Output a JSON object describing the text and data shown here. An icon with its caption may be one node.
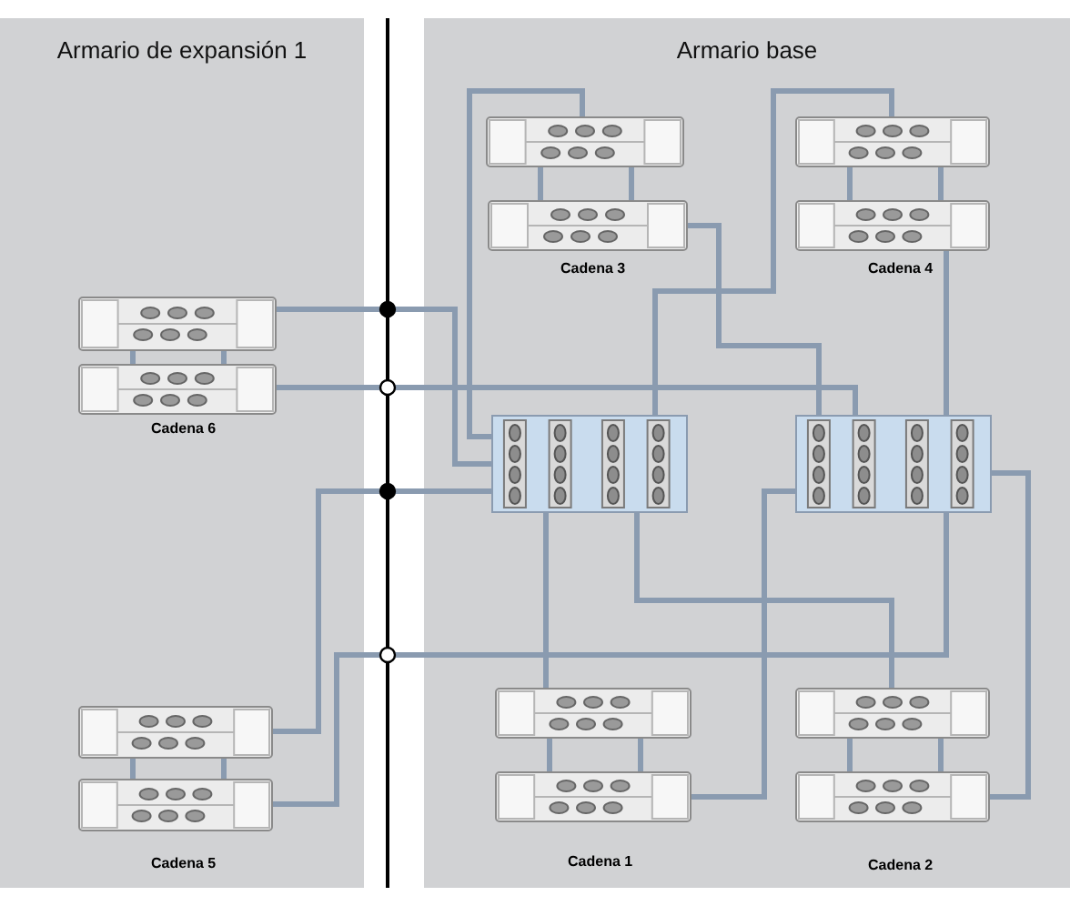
{
  "diagram": {
    "nodes": [
      {
        "text": [
          "Armario de expansión 1"
        ]
      },
      {
        "text": [
          "Armario base"
        ]
      },
      {
        "text": [],
        "shape": "box",
        "in": 0
      },
      {
        "text": [],
        "shape": "box",
        "in": 0,
        "beside": [
          "Cadena 6"
        ]
      },
      {
        "text": [],
        "shape": "box",
        "in": 0
      },
      {
        "text": [],
        "shape": "box",
        "in": 0,
        "beside": [
          "Cadena 5"
        ]
      },
      {
        "text": [],
        "shape": "box",
        "in": 1
      },
      {
        "text": [],
        "shape": "box",
        "in": 1,
        "beside": [
          "Cadena 3"
        ]
      },
      {
        "text": [],
        "shape": "box",
        "in": 1
      },
      {
        "text": [],
        "shape": "box",
        "in": 1,
        "beside": [
          "Cadena 4"
        ]
      },
      {
        "text": [],
        "shape": "box",
        "in": 1
      },
      {
        "text": [],
        "shape": "box",
        "in": 1
      },
      {
        "text": [],
        "shape": "box",
        "in": 1
      },
      {
        "text": [],
        "shape": "box",
        "in": 1,
        "beside": [
          "Cadena 1"
        ]
      },
      {
        "text": [],
        "shape": "box",
        "in": 1
      },
      {
        "text": [],
        "shape": "box",
        "in": 1,
        "beside": [
          "Cadena 2"
        ]
      }
    ],
    "edges": [
      {
        "from": 2,
        "to": 3,
        "arrow": "none"
      },
      {
        "from": 2,
        "to": 3,
        "arrow": "none"
      },
      {
        "from": 4,
        "to": 5,
        "arrow": "none"
      },
      {
        "from": 4,
        "to": 5,
        "arrow": "none"
      },
      {
        "from": 6,
        "to": 7,
        "arrow": "none"
      },
      {
        "from": 6,
        "to": 7,
        "arrow": "none"
      },
      {
        "from": 8,
        "to": 9,
        "arrow": "none"
      },
      {
        "from": 8,
        "to": 9,
        "arrow": "none"
      },
      {
        "from": 12,
        "to": 13,
        "arrow": "none"
      },
      {
        "from": 12,
        "to": 13,
        "arrow": "none"
      },
      {
        "from": 14,
        "to": 15,
        "arrow": "none"
      },
      {
        "from": 14,
        "to": 15,
        "arrow": "none"
      },
      {
        "from": 10,
        "to": 6,
        "arrow": "none"
      },
      {
        "from": 11,
        "to": 7,
        "arrow": "none"
      },
      {
        "from": 10,
        "to": 8,
        "arrow": "none"
      },
      {
        "from": 11,
        "to": 9,
        "arrow": "none"
      },
      {
        "from": 10,
        "to": 12,
        "arrow": "none"
      },
      {
        "from": 11,
        "to": 13,
        "arrow": "none"
      },
      {
        "from": 10,
        "to": 14,
        "arrow": "none"
      },
      {
        "from": 11,
        "to": 15,
        "arrow": "none"
      },
      {
        "from": 10,
        "to": 2,
        "arrow": "none"
      },
      {
        "from": 11,
        "to": 3,
        "arrow": "none"
      },
      {
        "from": 10,
        "to": 4,
        "arrow": "none"
      },
      {
        "from": 11,
        "to": 5,
        "arrow": "none"
      }
    ]
  }
}
